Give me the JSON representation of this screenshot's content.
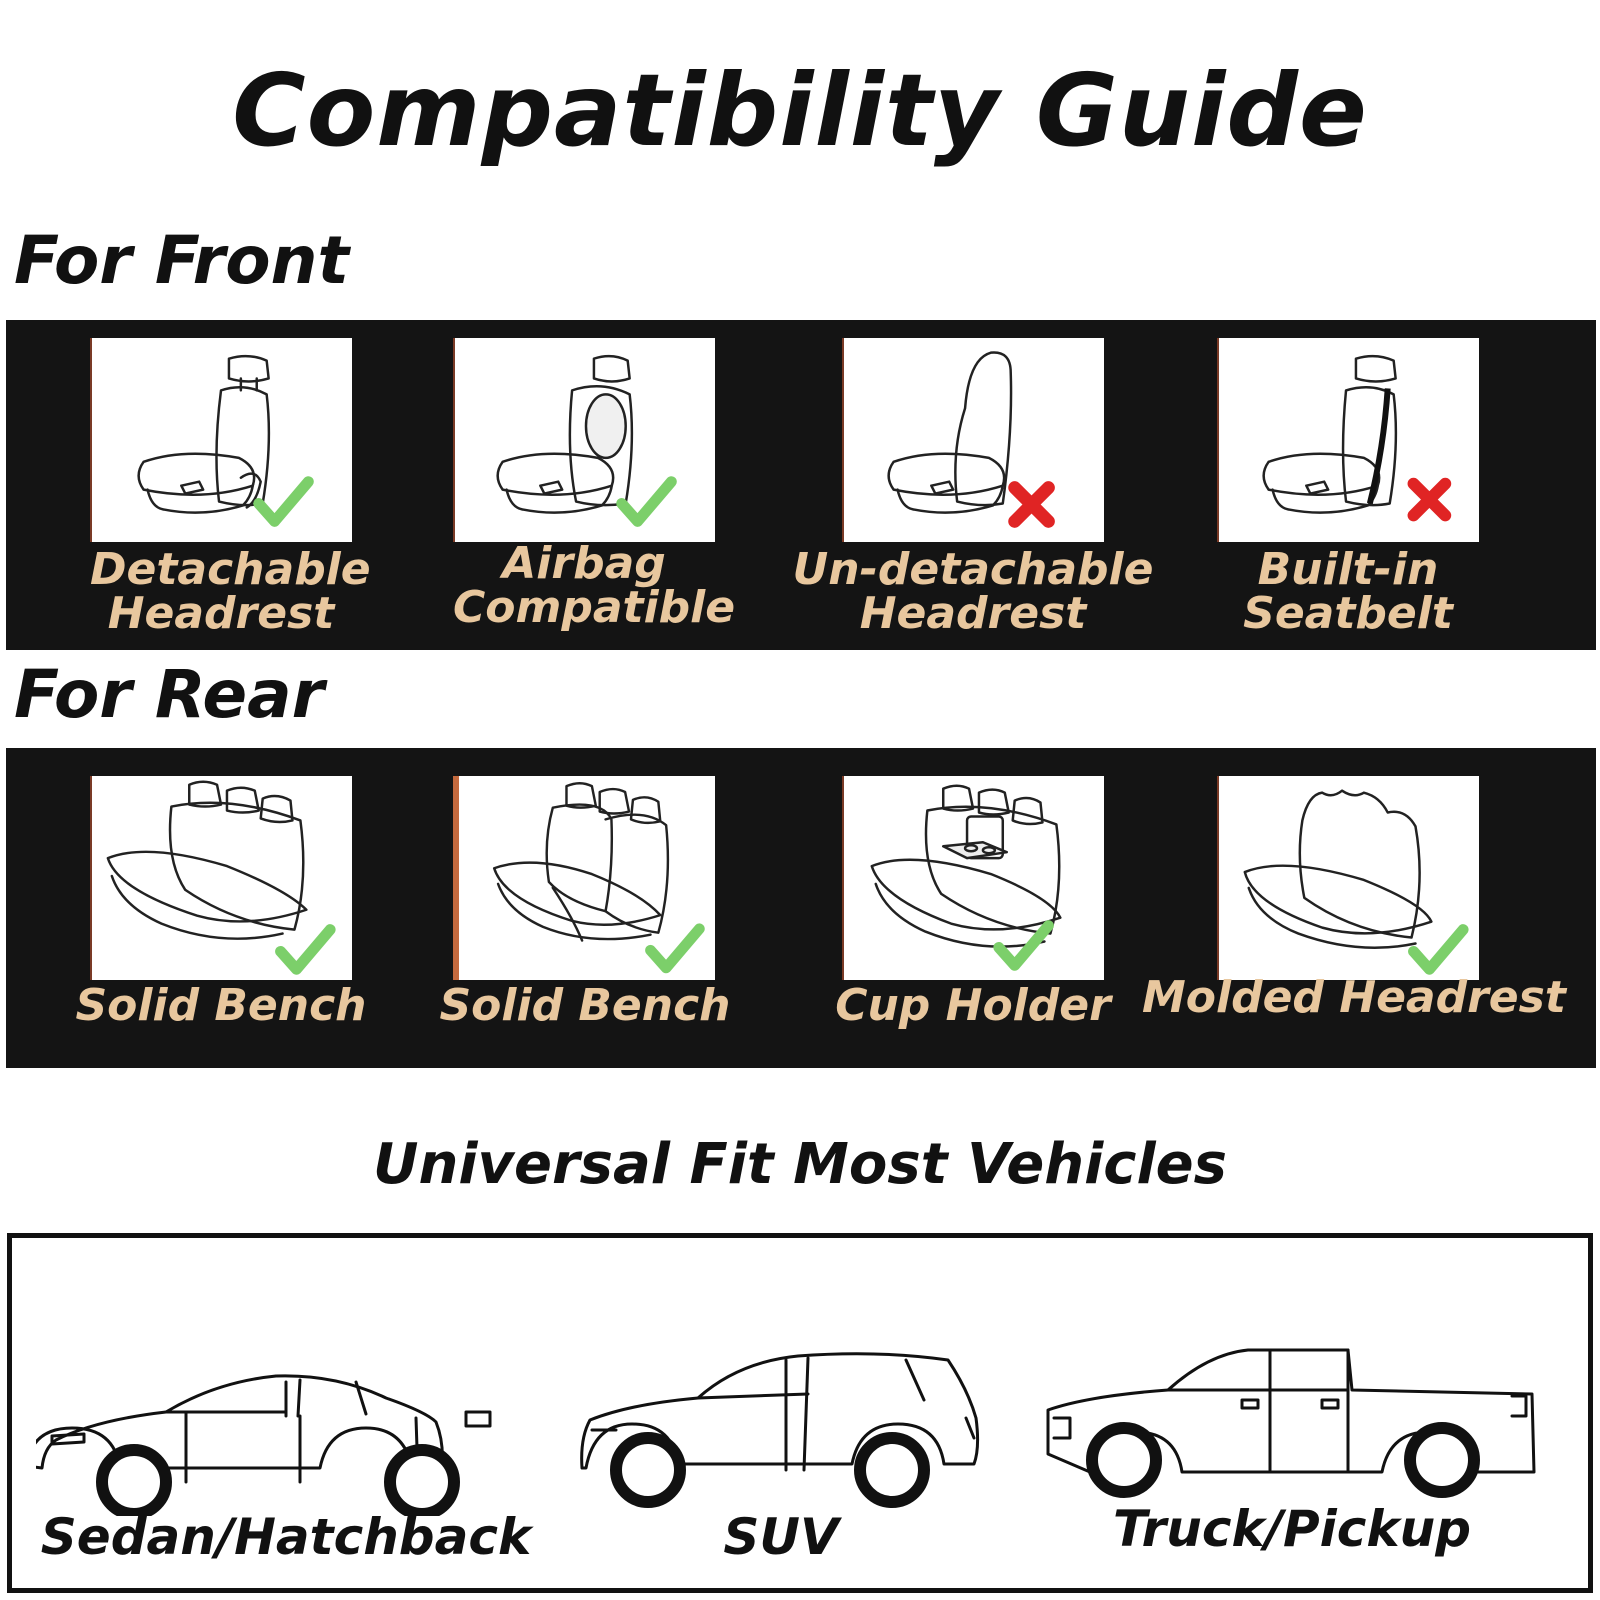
{
  "title": "Compatibility Guide",
  "front": {
    "heading": "For Front",
    "items": [
      {
        "line1": "Detachable",
        "line2": "Headrest",
        "status": "compatible",
        "icon": "seat-detachable-headrest-icon"
      },
      {
        "line1": "Airbag",
        "line2": "Compatible",
        "status": "compatible",
        "icon": "seat-airbag-icon"
      },
      {
        "line1": "Un-detachable",
        "line2": "Headrest",
        "status": "incompatible",
        "icon": "seat-fixed-headrest-icon"
      },
      {
        "line1": "Built-in",
        "line2": "Seatbelt",
        "status": "incompatible",
        "icon": "seat-builtin-seatbelt-icon"
      }
    ]
  },
  "rear": {
    "heading": "For Rear",
    "items": [
      {
        "line1": "Solid Bench",
        "status": "compatible",
        "icon": "solid-bench-icon"
      },
      {
        "line1": "Solid Bench",
        "status": "compatible",
        "icon": "solid-bench-split-icon"
      },
      {
        "line1": "Cup Holder",
        "status": "compatible",
        "icon": "bench-cup-holder-icon"
      },
      {
        "line1": "Molded Headrest",
        "status": "compatible",
        "icon": "bench-molded-headrest-icon"
      }
    ]
  },
  "universal": {
    "heading": "Universal Fit Most Vehicles",
    "vehicles": [
      {
        "label": "Sedan/Hatchback",
        "icon": "sedan-icon"
      },
      {
        "label": "SUV",
        "icon": "suv-icon"
      },
      {
        "label": "Truck/Pickup",
        "icon": "truck-icon"
      }
    ]
  },
  "colors": {
    "band": "#141414",
    "label": "#e8c79e",
    "check": "#7ccf6a",
    "cross": "#e02424"
  }
}
